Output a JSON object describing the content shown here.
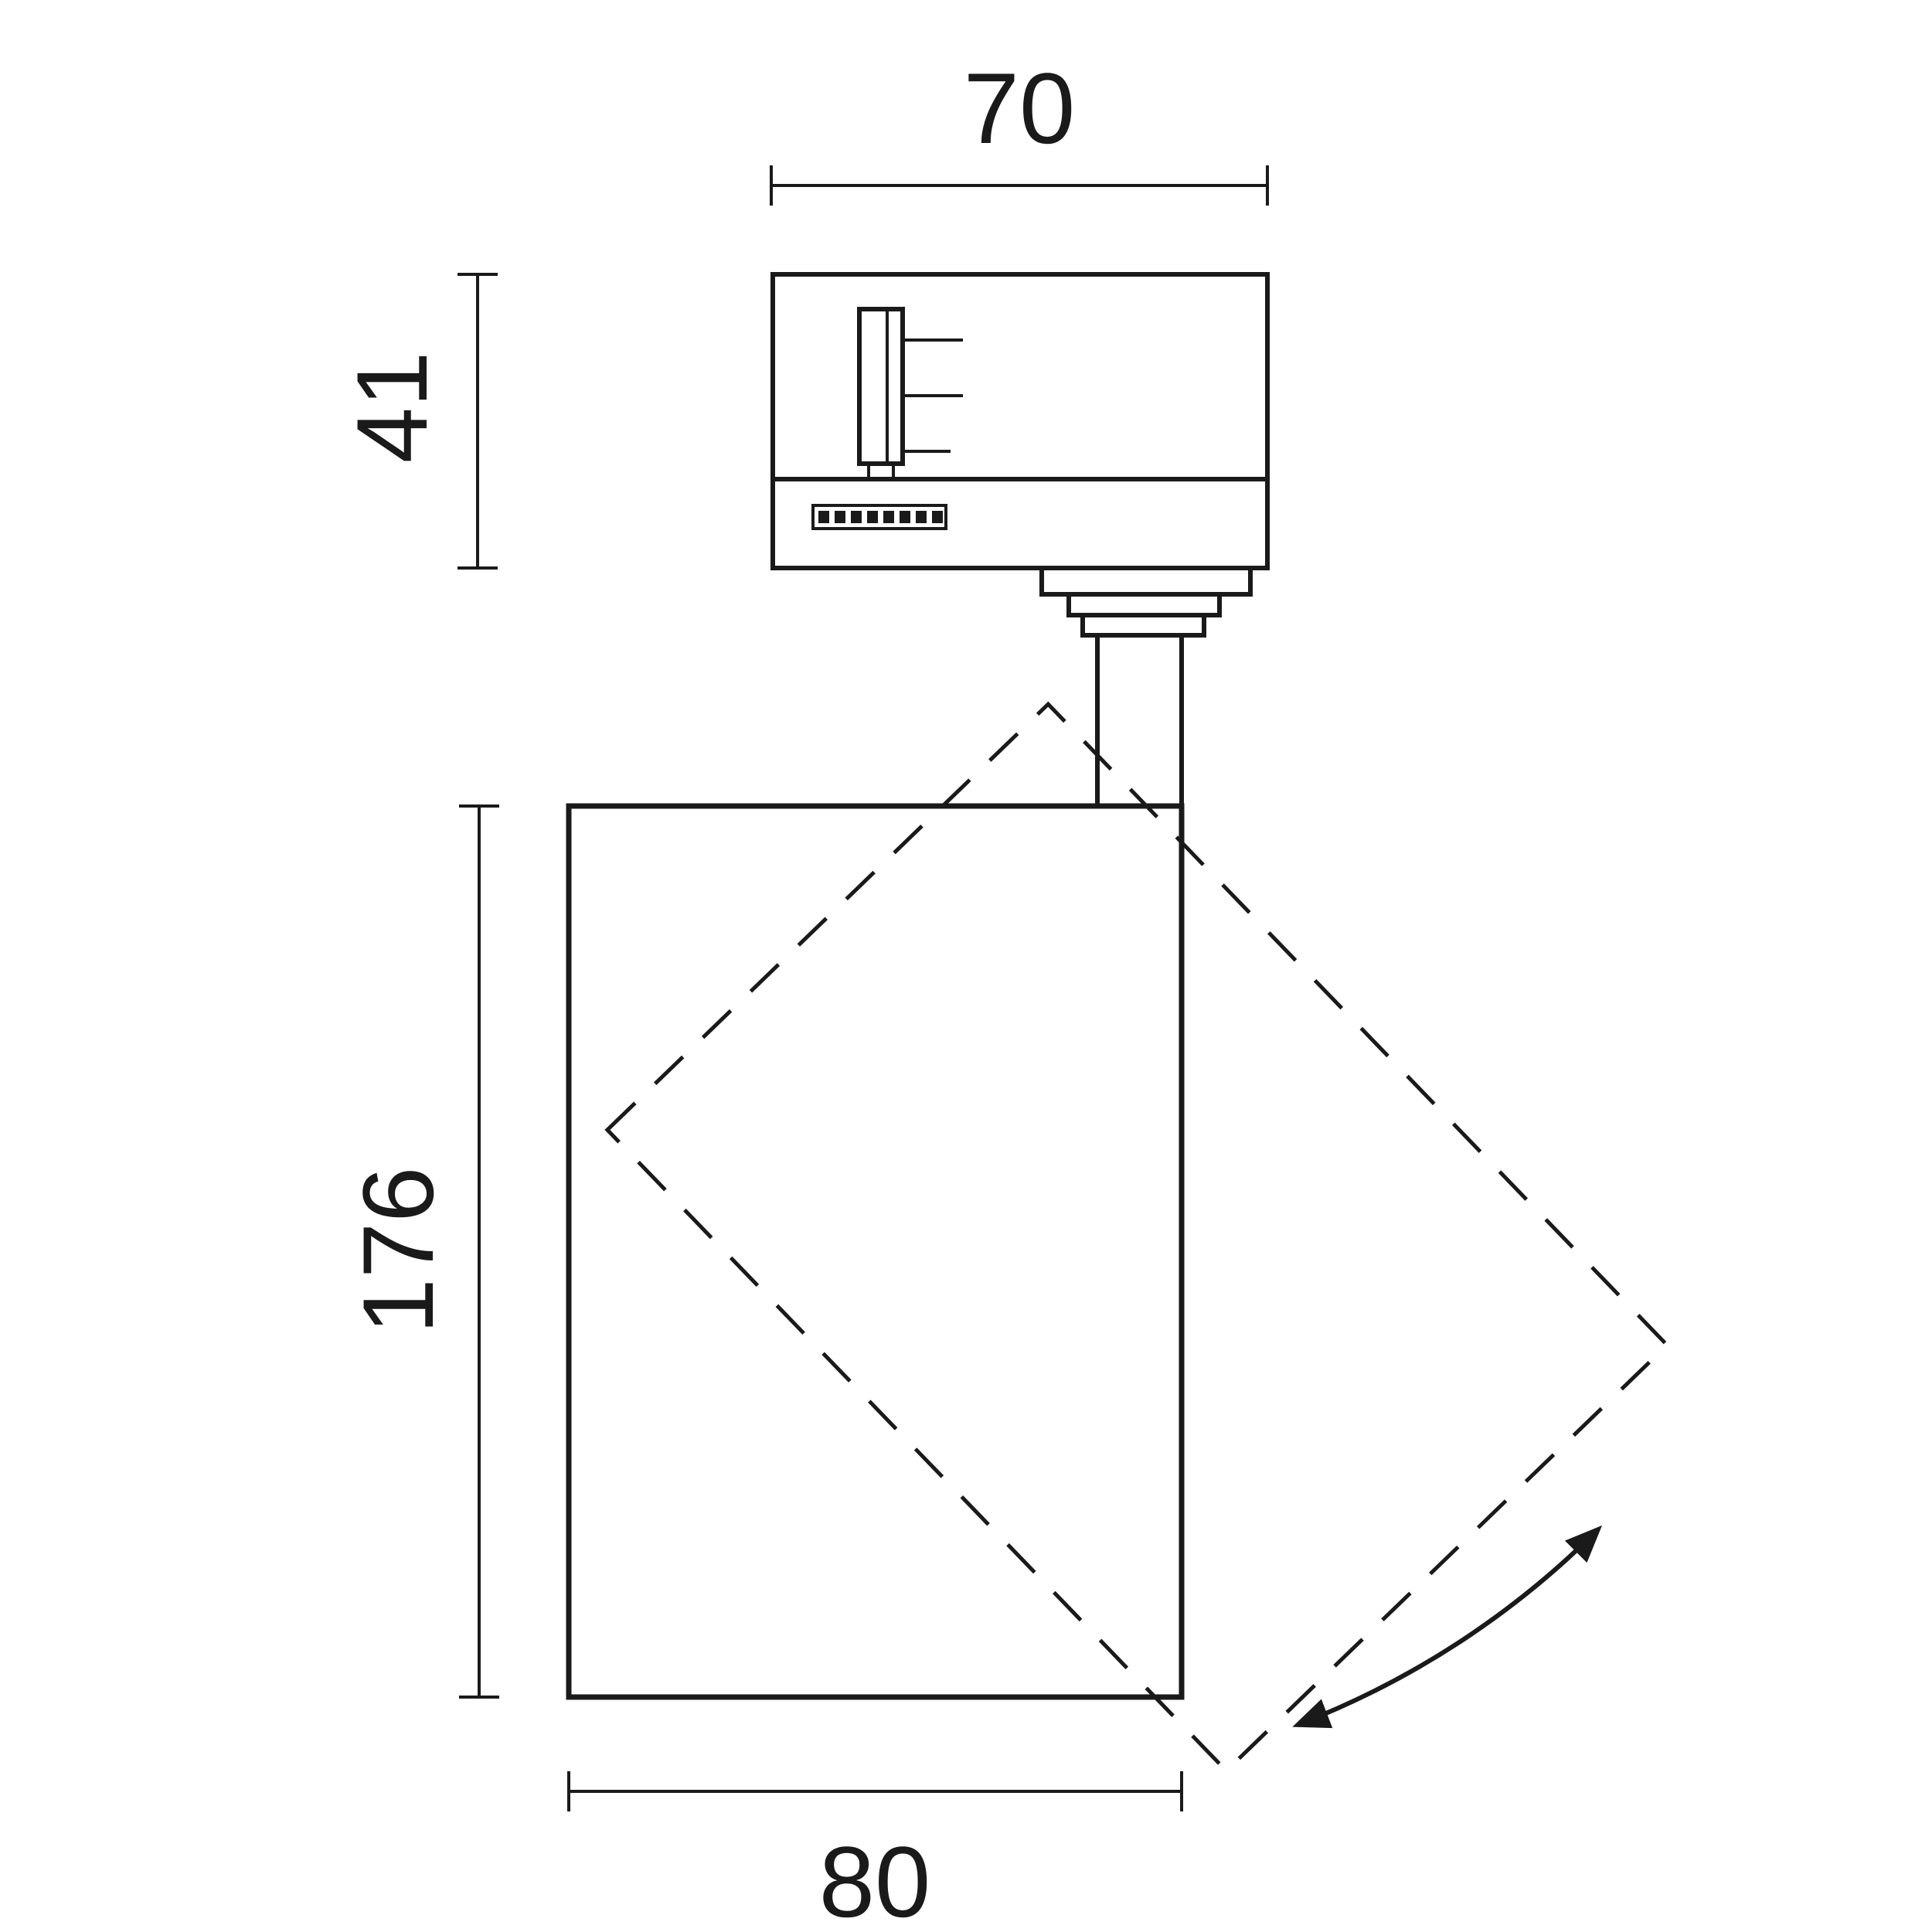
{
  "colors": {
    "background": "#ffffff",
    "line": "#1a1a1a"
  },
  "drawing": {
    "dimensions": {
      "adapter_width": "70",
      "adapter_height": "41",
      "body_height": "176",
      "body_width": "80"
    }
  }
}
